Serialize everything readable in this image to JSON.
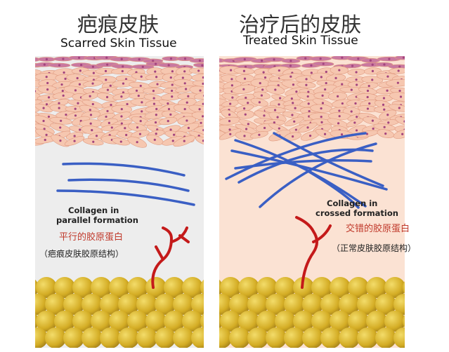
{
  "left": {
    "title_cn": "疤痕皮肤",
    "title_en": "Scarred Skin Tissue",
    "label_en_1": "Collagen in",
    "label_en_2": "parallel formation",
    "label_cn": "平行的胶原蛋白",
    "label_cn_note": "（疤痕皮肤胶原结构）"
  },
  "right": {
    "title_cn": "治疗后的皮肤",
    "title_en": "Treated Skin Tissue",
    "label_en_1": "Collagen in",
    "label_en_2": "crossed formation",
    "label_cn": "交错的胶原蛋白",
    "label_cn_note": "（正常皮肤胶原结构）"
  },
  "colors": {
    "collagen": "#3a5fc4",
    "vessel": "#c41a1a",
    "fat": "#d9b52c",
    "left_bg": "#ededed",
    "right_bg": "#fbe2d3",
    "cell": "#f6c7b0"
  }
}
